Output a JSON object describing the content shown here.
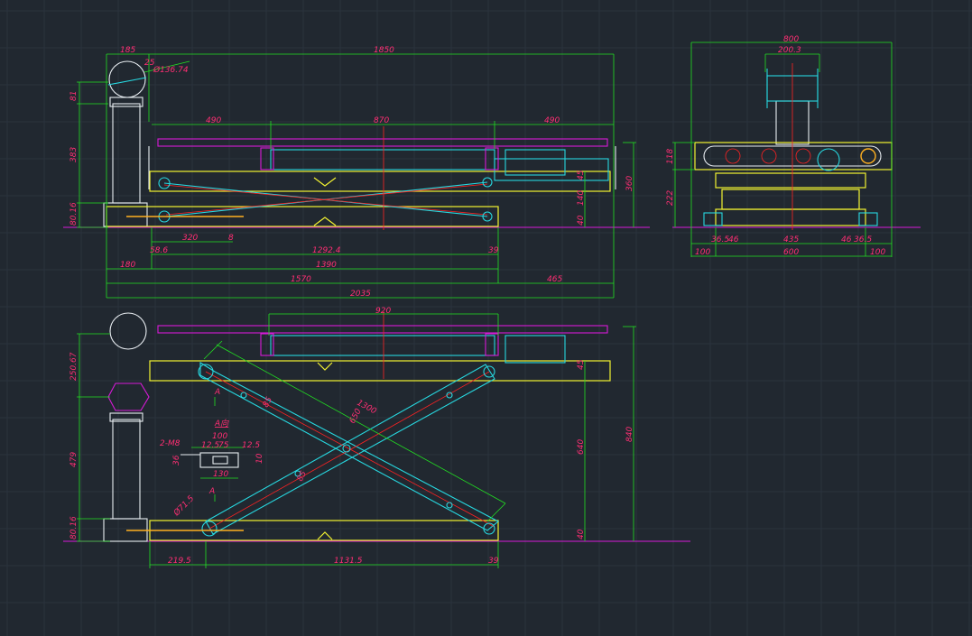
{
  "front_view": {
    "dims": [
      "185",
      "1850",
      "25",
      "Ø136.74",
      "81",
      "383",
      "80.16",
      "490",
      "870",
      "490",
      "45",
      "140",
      "40",
      "360",
      "320",
      "8",
      "58.6",
      "1292.4",
      "39",
      "180",
      "1390",
      "1570",
      "465",
      "2035"
    ]
  },
  "side_view": {
    "dims": [
      "800",
      "200.3",
      "118",
      "222",
      "36.5",
      "46",
      "435",
      "46",
      "36.5",
      "100",
      "600",
      "100"
    ]
  },
  "lifted_view": {
    "dims": [
      "920",
      "250.67",
      "479",
      "80.16",
      "A",
      "A向",
      "2-M8",
      "100",
      "12.5",
      "75",
      "12.5",
      "36",
      "10",
      "130",
      "A",
      "Ø71.5",
      "85",
      "1300",
      "650",
      "85",
      "45",
      "640",
      "840",
      "40",
      "219.5",
      "1131.5",
      "39"
    ]
  },
  "colors": {
    "background": "#212830",
    "dimension": "#22e022",
    "text": "#ff2e73",
    "frame": "#f2f230",
    "scissor": "#27d8e0",
    "table": "#d81ad8",
    "centerline": "#ff2222"
  }
}
